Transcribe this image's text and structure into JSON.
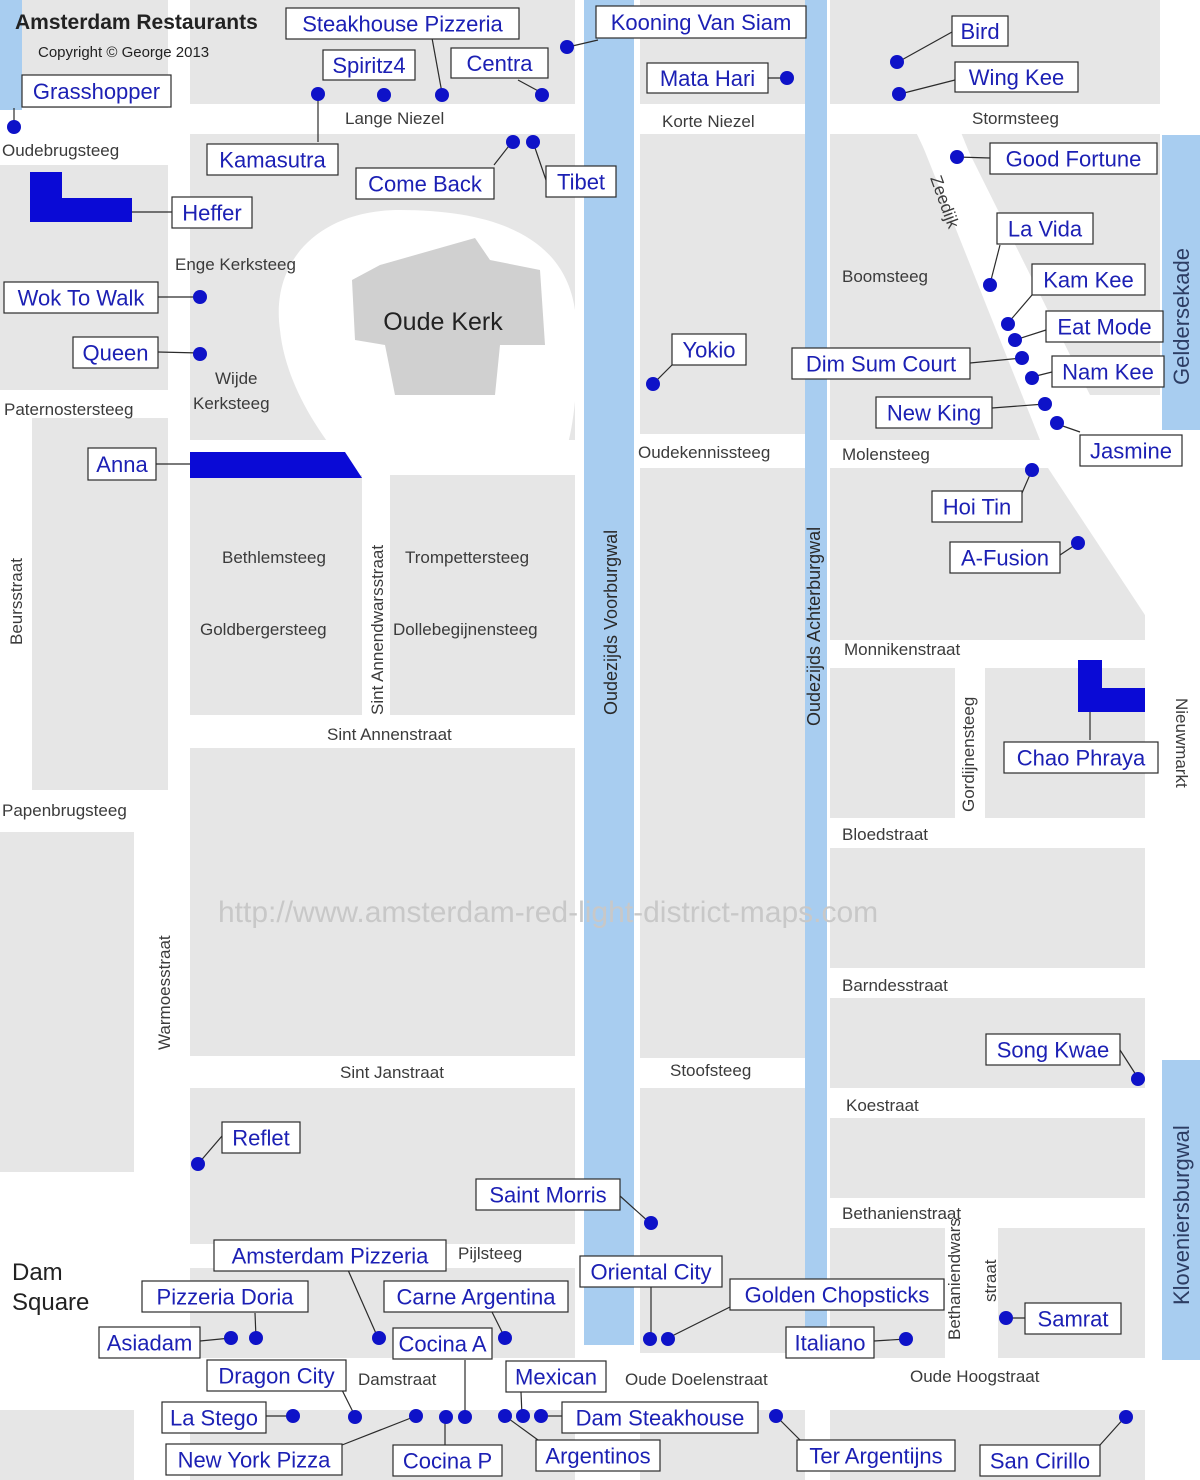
{
  "map": {
    "title": "Amsterdam Restaurants",
    "copyright": "Copyright © George 2013",
    "watermark": "http://www.amsterdam-red-light-district-maps.com",
    "landmark": "Oude Kerk",
    "square": [
      "Dam",
      "Square"
    ],
    "colors": {
      "block": "#e6e6e6",
      "canal": "#a8cdf0",
      "restaurant_blue": "#1c20b4",
      "dot": "#0e12c8",
      "building": "#0a0ad6"
    }
  },
  "streets": [
    "Lange Niezel",
    "Korte Niezel",
    "Stormsteeg",
    "Oudebrugsteeg",
    "Enge Kerksteeg",
    "Wijde",
    "Kerksteeg",
    "Paternostersteeg",
    "Oudekennissteeg",
    "Molensteeg",
    "Boomsteeg",
    "Bethlemsteeg",
    "Trompettersteeg",
    "Goldbergersteeg",
    "Dollebegijnensteeg",
    "Sint Annenstraat",
    "Papenbrugsteeg",
    "Monnikenstraat",
    "Bloedstraat",
    "Barndesstraat",
    "Sint Janstraat",
    "Stoofsteeg",
    "Koestraat",
    "Bethanienstraat",
    "Pijlsteeg",
    "Damstraat",
    "Oude Doelenstraat",
    "Oude Hoogstraat",
    "Beursstraat",
    "Warmoesstraat",
    "Sint Annendwarsstraat",
    "Zeedijk",
    "Gordijnensteeg",
    "Nieuwmarkt",
    "Bethaniendwars",
    "straat"
  ],
  "canals": [
    "Oudezijds Voorburgwal",
    "Oudezijds Achterburgwal",
    "Geldersekade",
    "Kloveniersburgwal"
  ],
  "restaurants": [
    "Steakhouse Pizzeria",
    "Kooning Van Siam",
    "Spiritz4",
    "Centra",
    "Mata Hari",
    "Bird",
    "Wing Kee",
    "Grasshopper",
    "Kamasutra",
    "Come Back",
    "Tibet",
    "Good Fortune",
    "Heffer",
    "La Vida",
    "Wok To Walk",
    "Kam Kee",
    "Eat Mode",
    "Queen",
    "Yokio",
    "Dim Sum Court",
    "Nam Kee",
    "New King",
    "Jasmine",
    "Anna",
    "Hoi Tin",
    "A-Fusion",
    "Chao Phraya",
    "Song Kwae",
    "Reflet",
    "Saint Morris",
    "Amsterdam Pizzeria",
    "Oriental City",
    "Pizzeria Doria",
    "Carne Argentina",
    "Golden Chopsticks",
    "Samrat",
    "Asiadam",
    "Cocina A",
    "Italiano",
    "Dragon City",
    "Mexican",
    "La Stego",
    "Dam Steakhouse",
    "New York Pizza",
    "Cocina P",
    "Argentinos",
    "Ter Argentijns",
    "San Cirillo"
  ]
}
